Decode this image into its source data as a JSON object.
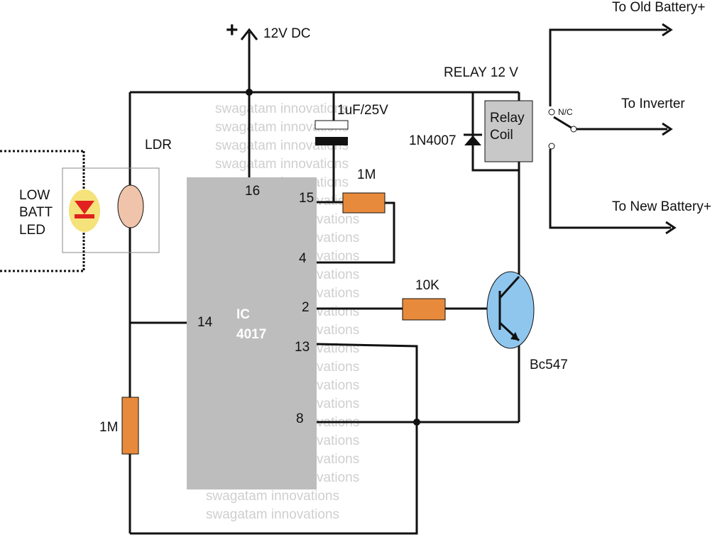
{
  "supply": {
    "plus_sign": "+",
    "label": "12V DC"
  },
  "ic": {
    "line1": "IC",
    "line2": "4017",
    "pins": {
      "p16": "16",
      "p15": "15",
      "p4": "4",
      "p2": "2",
      "p14": "14",
      "p13": "13",
      "p8": "8"
    }
  },
  "capacitor": {
    "label": "1uF/25V"
  },
  "ldr": {
    "label": "LDR"
  },
  "led": {
    "line1": "LOW",
    "line2": "BATT",
    "line3": "LED"
  },
  "resistors": {
    "r_top": "1M",
    "r_base": "10K",
    "r_bottom": "1M"
  },
  "relay": {
    "title": "RELAY 12 V",
    "coil_line1": "Relay",
    "coil_line2": "Coil",
    "contact_nc": "N/C"
  },
  "diode": {
    "label": "1N4007"
  },
  "transistor": {
    "label": "Bc547"
  },
  "outputs": {
    "old": "To Old Battery+",
    "inverter": "To Inverter",
    "new": "To New Battery+"
  },
  "watermark": {
    "text": "swagatam innovations",
    "fragment": "vations"
  },
  "colors": {
    "ic_fill": "#bdbdbd",
    "resistor_fill": "#e88a3c",
    "transistor_fill": "#8fc6ee",
    "led_glow": "#f5e27a",
    "led_red": "#e0211f",
    "ldr_fill": "#f0c4aa"
  }
}
